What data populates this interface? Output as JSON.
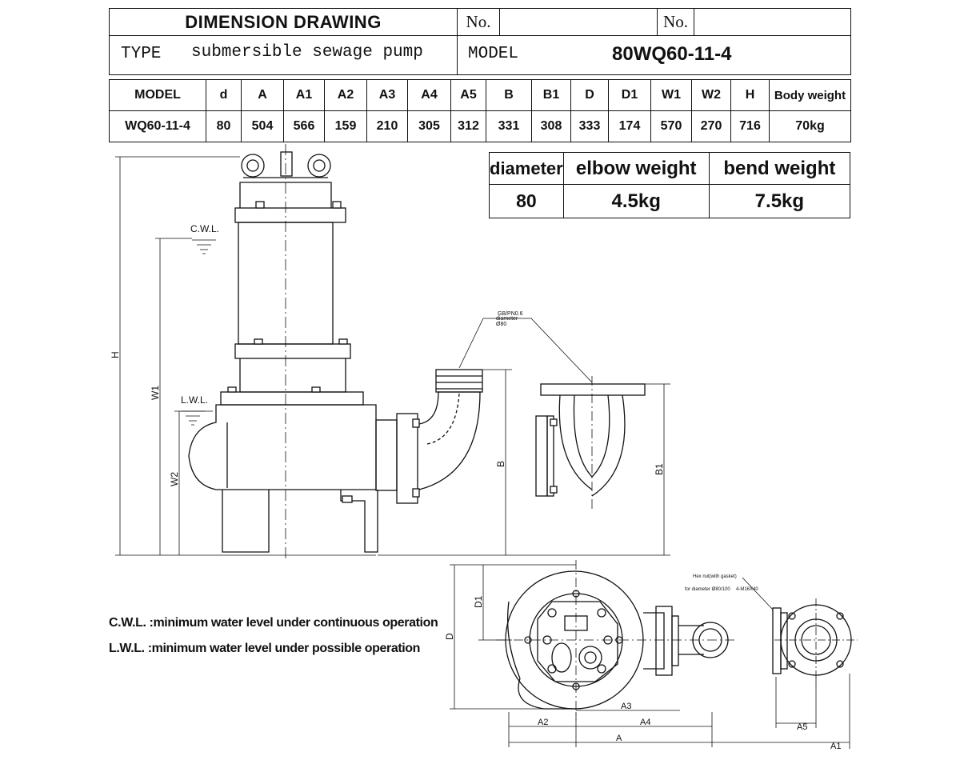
{
  "title_block": {
    "heading": "DIMENSION DRAWING",
    "no_label_1": "No.",
    "no_label_2": "No.",
    "type_label": "TYPE",
    "type_value": "submersible sewage pump",
    "model_label": "MODEL",
    "model_value": "80WQ60-11-4"
  },
  "spec_table": {
    "headers": [
      "MODEL",
      "d",
      "A",
      "A1",
      "A2",
      "A3",
      "A4",
      "A5",
      "B",
      "B1",
      "D",
      "D1",
      "W1",
      "W2",
      "H",
      "Body weight"
    ],
    "values": [
      "WQ60-11-4",
      "80",
      "504",
      "566",
      "159",
      "210",
      "305",
      "312",
      "331",
      "308",
      "333",
      "174",
      "570",
      "270",
      "716",
      "70kg"
    ]
  },
  "weight_table": {
    "headers": [
      "diameter",
      "elbow weight",
      "bend weight"
    ],
    "values": [
      "80",
      "4.5kg",
      "7.5kg"
    ]
  },
  "drawing_labels": {
    "cwl": "C.W.L.",
    "lwl": "L.W.L.",
    "H": "H",
    "W1": "W1",
    "W2": "W2",
    "B": "B",
    "B1": "B1",
    "D": "D",
    "D1": "D1",
    "A": "A",
    "A1": "A1",
    "A2": "A2",
    "A3": "A3",
    "A4": "A4",
    "A5": "A5",
    "flange_note_1": "GB/PN0.6",
    "flange_note_2": "diameter",
    "flange_note_3": "Ø80",
    "hex_note": "Hex nut(with gasket)",
    "hex_note_2": "for diameter Ø80/100",
    "hex_note_3": "4-M16X40"
  },
  "notes": {
    "cwl_note": "C.W.L. :minimum water level under continuous operation",
    "lwl_note": "L.W.L. :minimum water level under possible operation"
  }
}
